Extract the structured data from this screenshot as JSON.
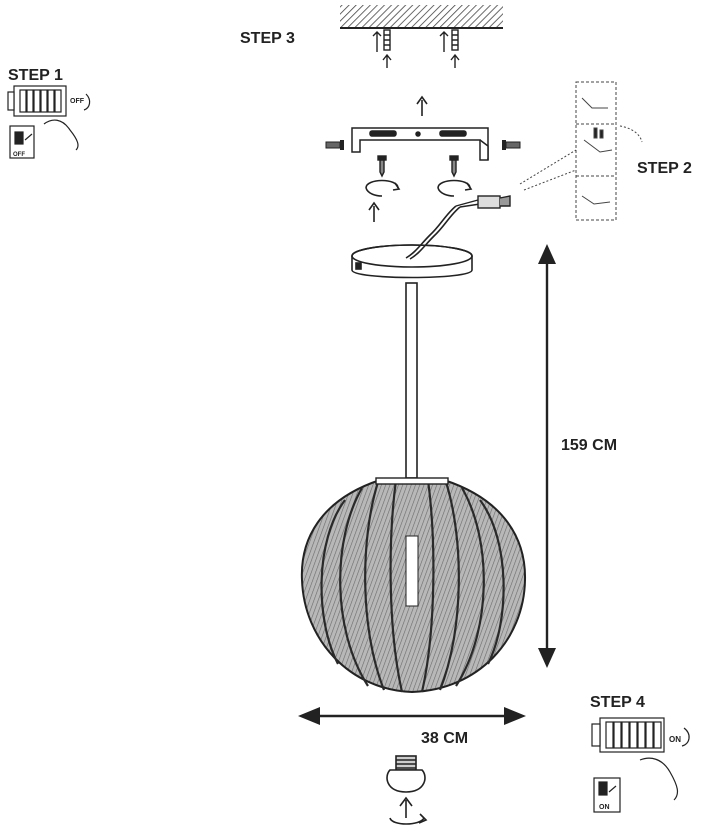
{
  "steps": {
    "step1": "STEP 1",
    "step2": "STEP 2",
    "step3": "STEP 3",
    "step4": "STEP 4"
  },
  "switch_labels": {
    "off": "OFF",
    "on": "ON"
  },
  "dimensions": {
    "height": "159 CM",
    "width": "38 CM"
  },
  "colors": {
    "ink": "#222222",
    "shade_fill": "#9a9a9a",
    "hatch": "#555555"
  }
}
